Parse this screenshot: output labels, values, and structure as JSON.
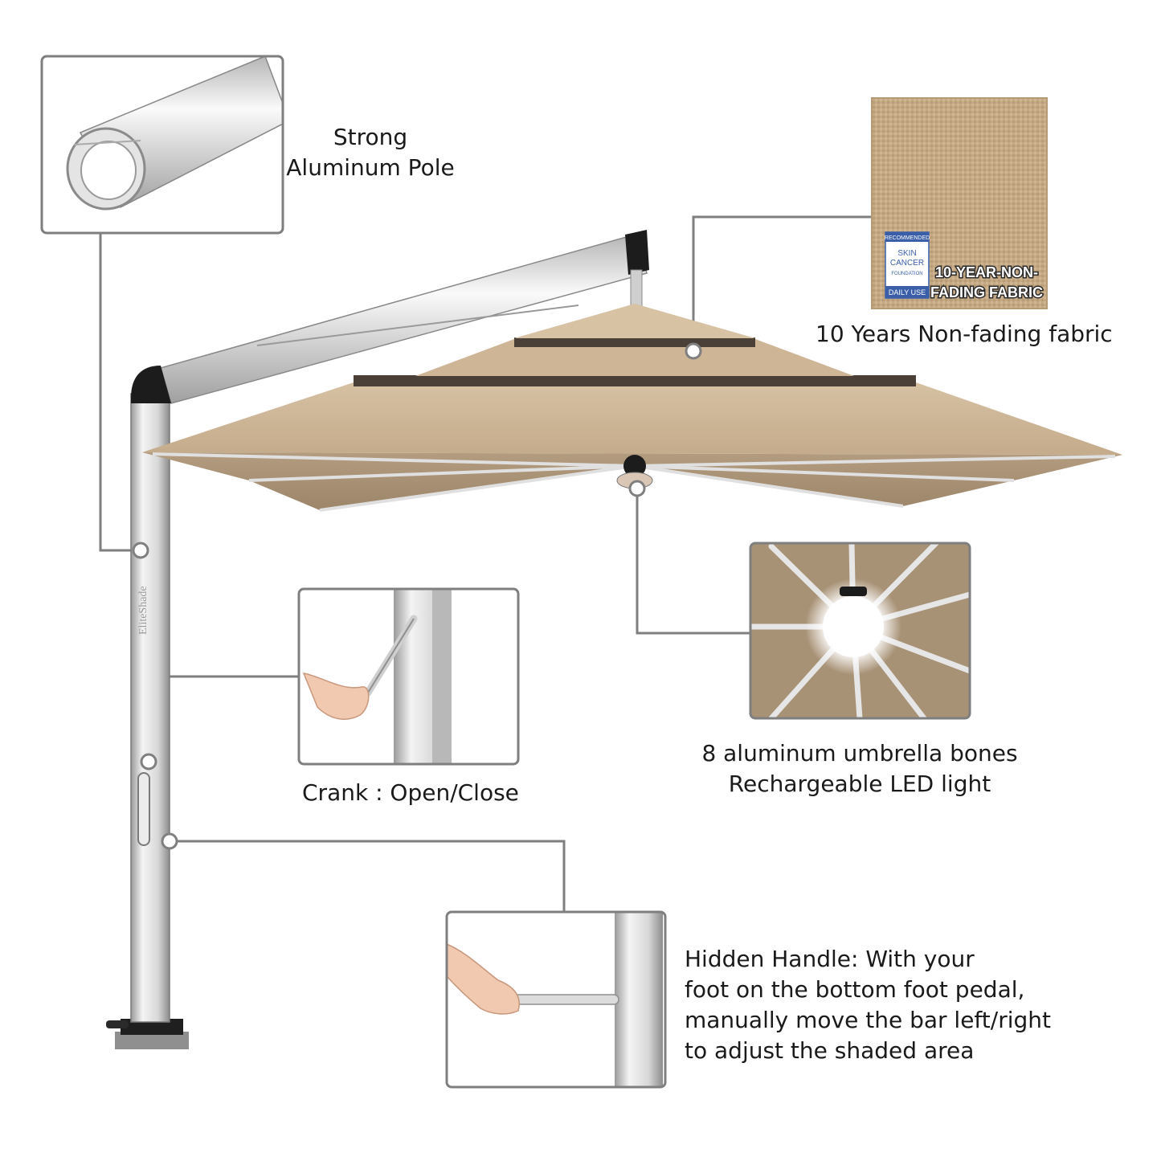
{
  "brand_mark": "EliteShade",
  "callouts": {
    "pole": {
      "lines": [
        "Strong",
        "Aluminum Pole"
      ]
    },
    "fabric": {
      "caption": "10 Years Non-fading fabric",
      "seal": {
        "top": "RECOMMENDED",
        "name_lines": [
          "SKIN",
          "CANCER",
          "FOUNDATION"
        ],
        "bottom": "DAILY USE"
      },
      "badge_lines": [
        "10-YEAR-NON-",
        "FADING FABRIC"
      ]
    },
    "bones": {
      "lines": [
        "8 aluminum umbrella bones",
        "Rechargeable LED light"
      ]
    },
    "crank": {
      "caption": "Crank : Open/Close"
    },
    "handle": {
      "lines": [
        "Hidden Handle: With your",
        "foot on the bottom foot pedal,",
        "manually move the bar left/right",
        "to adjust the shaded area"
      ]
    }
  },
  "colors": {
    "canopy": "#c9b193",
    "canopy_dark": "#a8937a",
    "trim": "#4a4038",
    "frame": "#808080",
    "aluminum": "#e8e8e8",
    "fabric": "#c4a984"
  }
}
